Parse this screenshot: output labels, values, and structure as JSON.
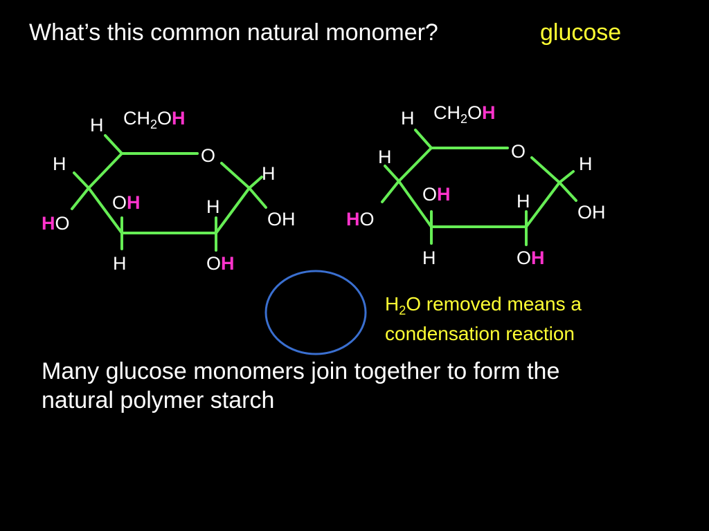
{
  "slide": {
    "question": "What’s this common natural monomer?",
    "answer": "glucose",
    "note_line1_pre": "H",
    "note_sub": "2",
    "note_line1_post": "O removed means a",
    "note_line2": "condensation reaction",
    "caption_line1": "Many glucose monomers join together to form the",
    "caption_line2": "natural polymer starch"
  },
  "molecule_left": {
    "h_top": "H",
    "ch2": "CH",
    "ch2_sub": "2",
    "ch2_o": "O",
    "ch2_h": "H",
    "o_ring": "O",
    "h_left": "H",
    "h_right": "H",
    "ho_h": "H",
    "ho_o": "O",
    "oh_mid_o": "O",
    "oh_mid_h": "H",
    "h_mid": "H",
    "oh_right": "OH",
    "h_bottom": "H",
    "oh_bottom_o": "O",
    "oh_bottom_h": "H"
  },
  "molecule_right": {
    "h_top": "H",
    "ch2": "CH",
    "ch2_sub": "2",
    "ch2_o": "O",
    "ch2_h": "H",
    "o_ring": "O",
    "h_left": "H",
    "h_right": "H",
    "ho_h": "H",
    "ho_o": "O",
    "oh_mid_o": "O",
    "oh_mid_h": "H",
    "h_mid": "H",
    "oh_right": "OH",
    "h_bottom": "H",
    "oh_bottom_o": "O",
    "oh_bottom_h": "H"
  },
  "colors": {
    "background": "#000000",
    "text": "#ffffff",
    "answer": "#ffff33",
    "highlight_h": "#ff33cc",
    "bonds": "#66ee55",
    "circle": "#3a6fd0",
    "note": "#ffff33"
  }
}
